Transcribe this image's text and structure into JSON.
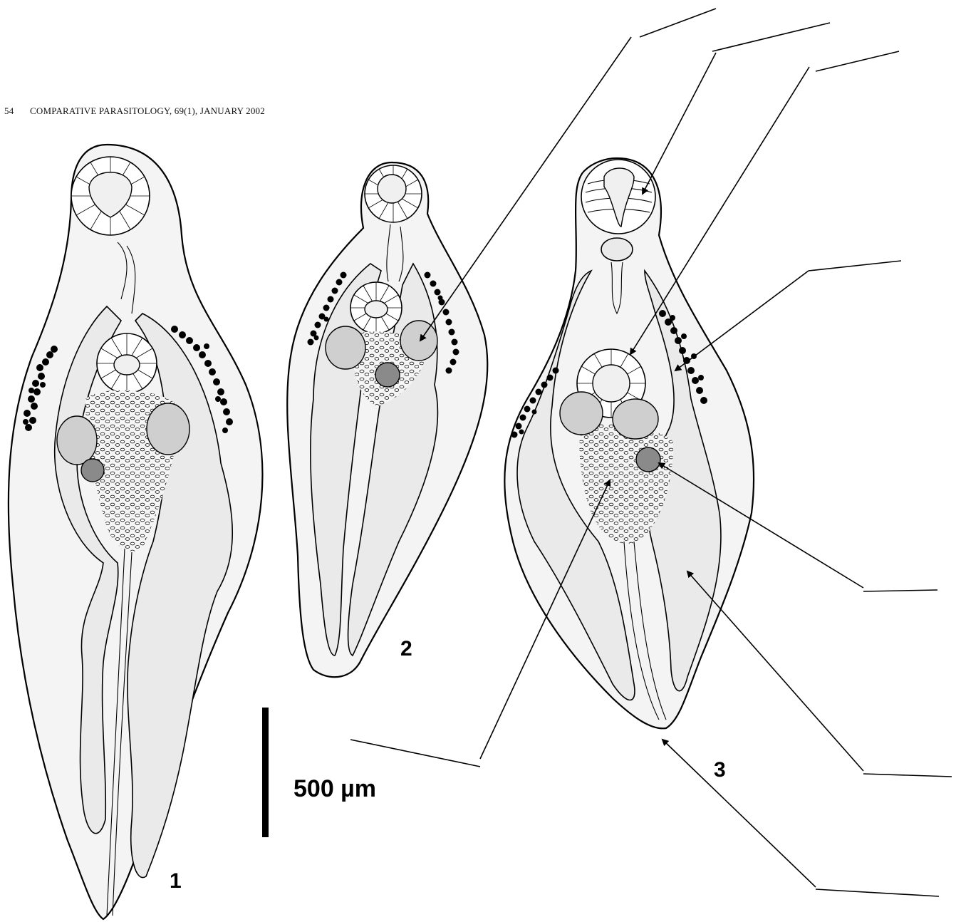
{
  "header": {
    "page_number": "54",
    "journal_line": "COMPARATIVE PARASITOLOGY, 69(1), JANUARY 2002"
  },
  "figures": [
    {
      "label": "1"
    },
    {
      "label": "2"
    },
    {
      "label": "3"
    }
  ],
  "scale_bar": {
    "label": "500 µm"
  },
  "labels": [
    {
      "id": "label-1",
      "text": ""
    },
    {
      "id": "label-2",
      "text": ""
    },
    {
      "id": "label-3",
      "text": ""
    },
    {
      "id": "label-4",
      "text": ""
    },
    {
      "id": "label-5",
      "text": ""
    },
    {
      "id": "label-6",
      "text": ""
    },
    {
      "id": "label-7",
      "text": ""
    },
    {
      "id": "label-8",
      "text": ""
    }
  ]
}
